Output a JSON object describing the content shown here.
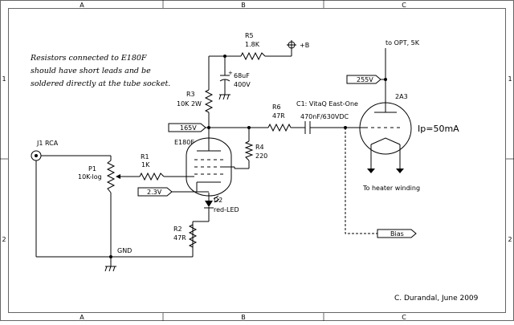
{
  "frame": {
    "col_labels": [
      "A",
      "B",
      "C"
    ],
    "row_labels": [
      "1",
      "2"
    ]
  },
  "note": {
    "lines": [
      "Resistors connected to E180F",
      "should have short leads and be",
      "soldered directly at the tube socket."
    ]
  },
  "components": {
    "r5": {
      "ref": "R5",
      "value": "1.8K"
    },
    "bplus": "+B",
    "c_68": {
      "value": "68uF",
      "voltage": "400V"
    },
    "r3": {
      "ref": "R3",
      "value": "10K 2W"
    },
    "r6": {
      "ref": "R6",
      "value": "47R"
    },
    "c1": {
      "ref": "C1: VitaQ East-One",
      "value": "470nF/630VDC"
    },
    "r4": {
      "ref": "R4",
      "value": "220"
    },
    "tube1": "E180F",
    "tube2": "2A3",
    "j1": "J1 RCA",
    "p1": {
      "ref": "P1",
      "value": "10K-log"
    },
    "r1": {
      "ref": "R1",
      "value": "1K"
    },
    "d2": {
      "ref": "D2",
      "value": "red-LED"
    },
    "r2": {
      "ref": "R2",
      "value": "47R"
    },
    "gnd": "GND"
  },
  "voltage_tags": {
    "v165": "165V",
    "v23": "2.3V",
    "v255": "255V",
    "bias": "Bias"
  },
  "annotations": {
    "to_opt": "to OPT, 5K",
    "ip": "Ip=50mA",
    "heater": "To heater winding",
    "author": "C. Durandal, June 2009"
  }
}
